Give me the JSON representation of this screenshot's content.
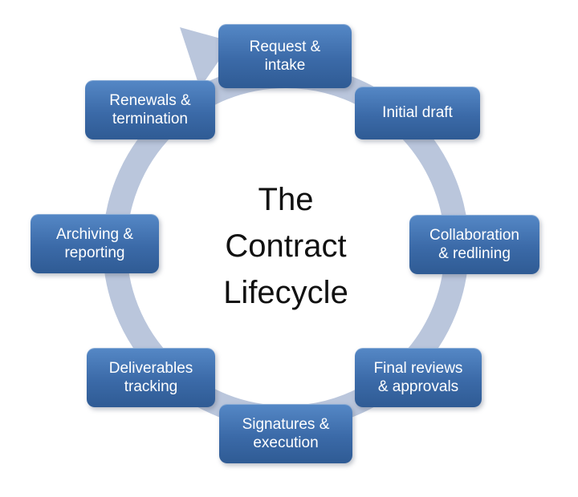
{
  "title": {
    "lines": [
      "The",
      "Contract",
      "Lifecycle"
    ]
  },
  "colors": {
    "ring": "#bac6dc",
    "node_gradient_top": "#5588c6",
    "node_gradient_bottom": "#2f5b94",
    "node_text": "#ffffff",
    "title_text": "#111111",
    "background": "#ffffff"
  },
  "cycle": {
    "direction": "clockwise",
    "nodes": [
      {
        "id": "request-intake",
        "label": "Request &\nintake"
      },
      {
        "id": "initial-draft",
        "label": "Initial draft"
      },
      {
        "id": "collaboration-redlining",
        "label": "Collaboration\n& redlining"
      },
      {
        "id": "final-reviews-approvals",
        "label": "Final reviews\n& approvals"
      },
      {
        "id": "signatures-execution",
        "label": "Signatures &\nexecution"
      },
      {
        "id": "deliverables-tracking",
        "label": "Deliverables\ntracking"
      },
      {
        "id": "archiving-reporting",
        "label": "Archiving &\nreporting"
      },
      {
        "id": "renewals-termination",
        "label": "Renewals &\ntermination"
      }
    ]
  }
}
